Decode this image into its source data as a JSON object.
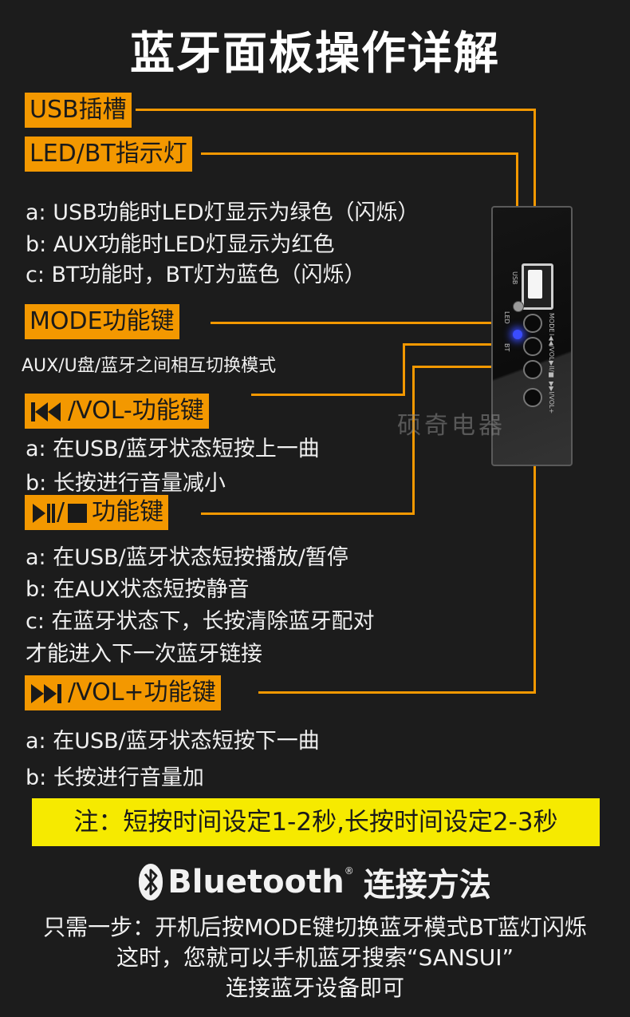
{
  "title": "蓝牙面板操作详解",
  "labels": {
    "usb": "USB插槽",
    "led": "LED/BT指示灯",
    "mode": "MODE功能键",
    "prev": "/VOL-功能键",
    "play_slash": "/",
    "play": "功能键",
    "next": "/VOL+功能键"
  },
  "led_desc": [
    "a: USB功能时LED灯显示为绿色（闪烁）",
    "b: AUX功能时LED灯显示为红色",
    "c: BT功能时，BT灯为蓝色（闪烁）"
  ],
  "mode_desc": "AUX/U盘/蓝牙之间相互切换模式",
  "prev_desc": [
    "a: 在USB/蓝牙状态短按上一曲",
    "b: 长按进行音量减小"
  ],
  "play_desc": [
    "a: 在USB/蓝牙状态短按播放/暂停",
    "b: 在AUX状态短按静音",
    "c: 在蓝牙状态下，长按清除蓝牙配对",
    "才能进入下一次蓝牙链接"
  ],
  "next_desc": [
    "a: 在USB/蓝牙状态短按下一曲",
    "b: 长按进行音量加"
  ],
  "panel": {
    "labels": [
      "MODE",
      "I◀◀/VOL-",
      "▶II/■",
      "▶▶I/VOL+"
    ],
    "led_label": "LED",
    "bt_label": "BT",
    "usb_label": "USB"
  },
  "watermark": "硕奇电器",
  "note": "注：短按时间设定1-2秒,长按时间设定2-3秒",
  "bluetooth": {
    "word": "Bluetooth",
    "reg": "®",
    "tail": "连接方法"
  },
  "instructions": [
    "只需一步：开机后按MODE键切换蓝牙模式BT蓝灯闪烁",
    "这时，您就可以手机蓝牙搜索“SANSUI”",
    "连接蓝牙设备即可"
  ],
  "colors": {
    "accent": "#f39800",
    "note_bg": "#f6ea00",
    "bg": "#1c1c1c"
  }
}
